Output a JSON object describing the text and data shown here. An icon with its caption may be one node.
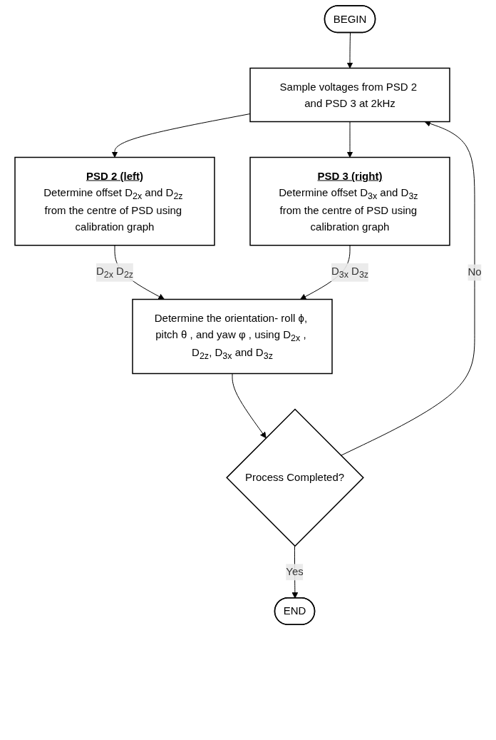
{
  "diagram": {
    "nodes": [
      {
        "text": [
          "BEGIN"
        ]
      },
      {
        "text": [
          "Sample voltages from PSD 2 and PSD 3 at 2kHz"
        ]
      },
      {
        "text": [
          "PSD 2 (left)",
          "Determine offset D$_{2x}$ and D$_{2z}$ from the centre of PSD using calibration graph"
        ]
      },
      {
        "text": [
          "PSD 3 (right)",
          "Determine offset D$_{3x}$ and D$_{3z}$ from the centre of PSD using calibration graph"
        ]
      },
      {
        "text": [
          "Determine the orientation- roll ϕ, pitch θ , and yaw φ , using D$_{2x}$ , D$_{2z}$, D$_{3x}$ and D$_{3z}$"
        ]
      },
      {
        "text": [
          "Process Completed?"
        ]
      },
      {
        "text": [
          "END"
        ]
      }
    ],
    "edges": [
      {
        "from": 0,
        "to": 1,
        "arrow": "to"
      },
      {
        "from": 1,
        "to": 2,
        "arrow": "to"
      },
      {
        "from": 1,
        "to": 3,
        "arrow": "to"
      },
      {
        "from": 2,
        "to": 4,
        "arrow": "to",
        "label": "D$_{2x}$ D$_{2z}$"
      },
      {
        "from": 3,
        "to": 4,
        "arrow": "to",
        "label": "D$_{3x}$ D$_{3z}$"
      },
      {
        "from": 4,
        "to": 5,
        "arrow": "to"
      },
      {
        "from": 5,
        "to": 1,
        "arrow": "to",
        "label": "No"
      },
      {
        "from": 5,
        "to": 6,
        "arrow": "to",
        "label": "Yes"
      }
    ]
  }
}
